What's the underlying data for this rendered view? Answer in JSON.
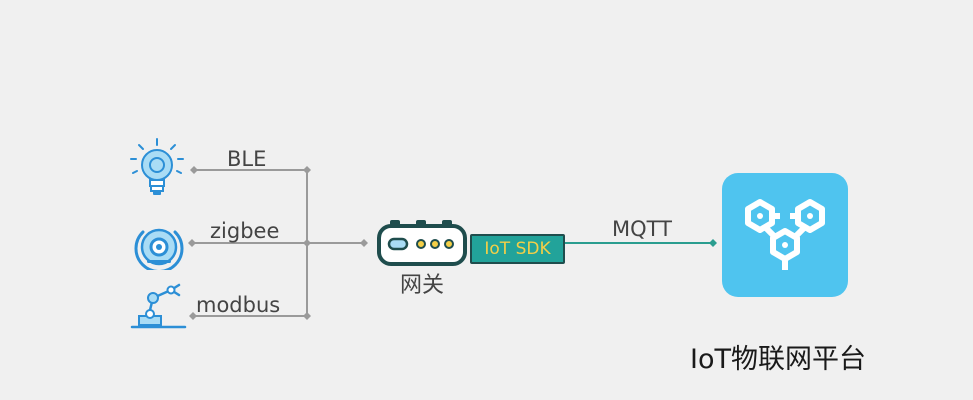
{
  "protocols": {
    "ble": "BLE",
    "zigbee": "zigbee",
    "modbus": "modbus",
    "mqtt": "MQTT"
  },
  "gateway": {
    "label": "网关",
    "sdk_label": "IoT SDK"
  },
  "platform": {
    "label": "IoT物联网平台"
  },
  "icons": {
    "devices": [
      "lightbulb-icon",
      "robot-vacuum-icon",
      "robotic-arm-icon"
    ],
    "gateway": "router-icon",
    "platform": "hexagon-gears-icon"
  },
  "colors": {
    "background": "#f0f0f0",
    "line_gray": "#9a9a9a",
    "icon_blue": "#2c8fd6",
    "sdk_fill": "#22a39a",
    "sdk_text": "#f4cf47",
    "mqtt_line": "#2a9d8f",
    "platform_fill": "#4fc4ef"
  }
}
